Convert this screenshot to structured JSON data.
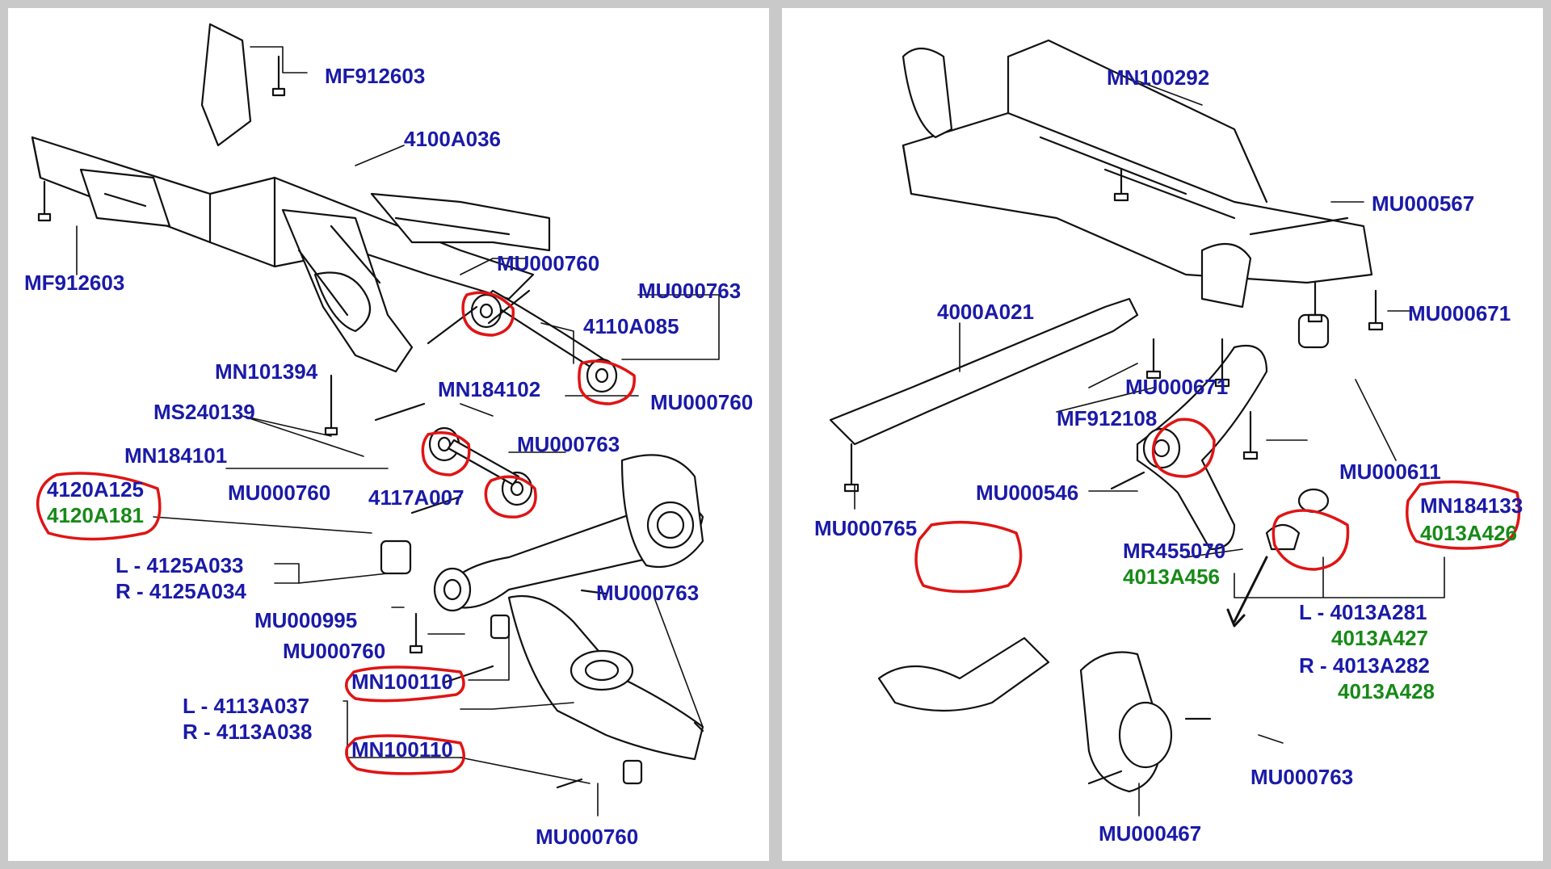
{
  "colors": {
    "label_blue": "#1a1aa8",
    "label_green": "#178a17",
    "highlight_red": "#e01414",
    "line_art": "#111111",
    "divider": "#c9c9c9"
  },
  "left_panel": {
    "labels": {
      "mf912603_top": "MF912603",
      "a4100a036": "4100A036",
      "mf912603_left": "MF912603",
      "mu000760_a": "MU000760",
      "mu000763_a": "MU000763",
      "a4110a085": "4110A085",
      "mu000760_b": "MU000760",
      "mn101394": "MN101394",
      "mn184102": "MN184102",
      "ms240139": "MS240139",
      "mu000763_b": "MU000763",
      "mn184101": "MN184101",
      "a4120a125": "4120A125",
      "a4120a181": "4120A181",
      "mu000760_c": "MU000760",
      "a4117a007": "4117A007",
      "l_4125a033": "L - 4125A033",
      "r_4125a034": "R - 4125A034",
      "mu000995": "MU000995",
      "mu000763_c": "MU000763",
      "mu000760_d": "MU000760",
      "mn100110_a": "MN100110",
      "l_4113a037": "L - 4113A037",
      "r_4113a038": "R - 4113A038",
      "mn100110_b": "MN100110",
      "mu000760_e": "MU000760"
    }
  },
  "right_panel": {
    "labels": {
      "mn100292": "MN100292",
      "mu000567": "MU000567",
      "a4000a021": "4000A021",
      "mu000671_a": "MU000671",
      "mu000671_b": "MU000671",
      "mf912108": "MF912108",
      "mu000611": "MU000611",
      "mu000546": "MU000546",
      "mn184133": "MN184133",
      "a4013a426": "4013A426",
      "mu000765": "MU000765",
      "mr455070": "MR455070",
      "a4013a456": "4013A456",
      "l_4013a281": "L - 4013A281",
      "a4013a427": "4013A427",
      "r_4013a282": "R - 4013A282",
      "a4013a428": "4013A428",
      "mu000763": "MU000763",
      "mu000467": "MU000467"
    }
  }
}
